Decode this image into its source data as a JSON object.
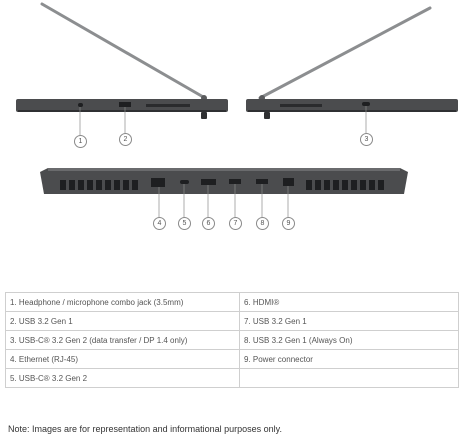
{
  "callouts": [
    "1",
    "2",
    "3",
    "4",
    "5",
    "6",
    "7",
    "8",
    "9"
  ],
  "ports_table": {
    "rows": [
      {
        "left": "1.   Headphone / microphone combo jack (3.5mm)",
        "right": "6.   HDMI®"
      },
      {
        "left": "2.   USB 3.2 Gen 1",
        "right": "7.   USB 3.2 Gen 1"
      },
      {
        "left": "3.   USB-C® 3.2 Gen 2 (data transfer / DP 1.4 only)",
        "right": "8.   USB 3.2 Gen 1 (Always On)"
      },
      {
        "left": "4.   Ethernet (RJ-45)",
        "right": "9.   Power connector"
      },
      {
        "left": "5.   USB-C® 3.2 Gen 2",
        "right": ""
      }
    ]
  },
  "note": "Note: Images are for representation and informational purposes only.",
  "colors": {
    "chassis": "#4b4c4e",
    "chassis_dark": "#2f3032",
    "lid": "#8c8e90",
    "port": "#1e1f21",
    "table_border": "#cfcfcf"
  }
}
